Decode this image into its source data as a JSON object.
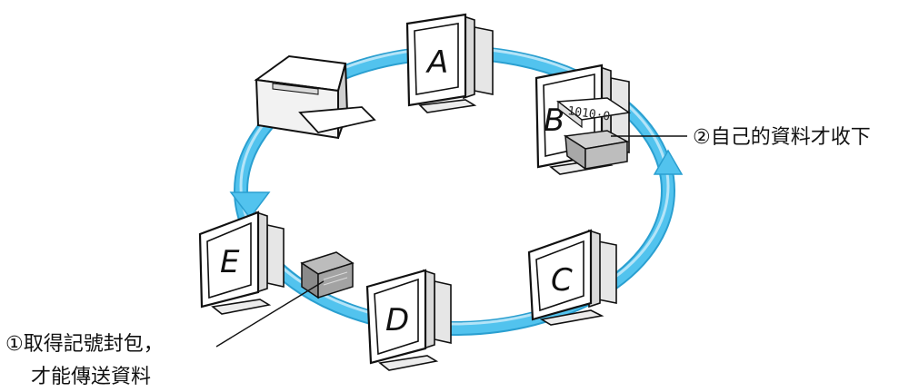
{
  "stations": [
    {
      "id": "A",
      "label": "A"
    },
    {
      "id": "B",
      "label": "B"
    },
    {
      "id": "C",
      "label": "C"
    },
    {
      "id": "D",
      "label": "D"
    },
    {
      "id": "E",
      "label": "E"
    }
  ],
  "callouts": {
    "receive": "②自己的資料才收下",
    "token_line1": "①取得記號封包，",
    "token_line2": "才能傳送資料"
  },
  "packet_bits": "1010·0",
  "colors": {
    "ring": "#52c3ee",
    "ring_light": "#bfe8f8",
    "ring_edge": "#2a9fd0",
    "packet": "#8a8a8a",
    "line": "#111111"
  }
}
